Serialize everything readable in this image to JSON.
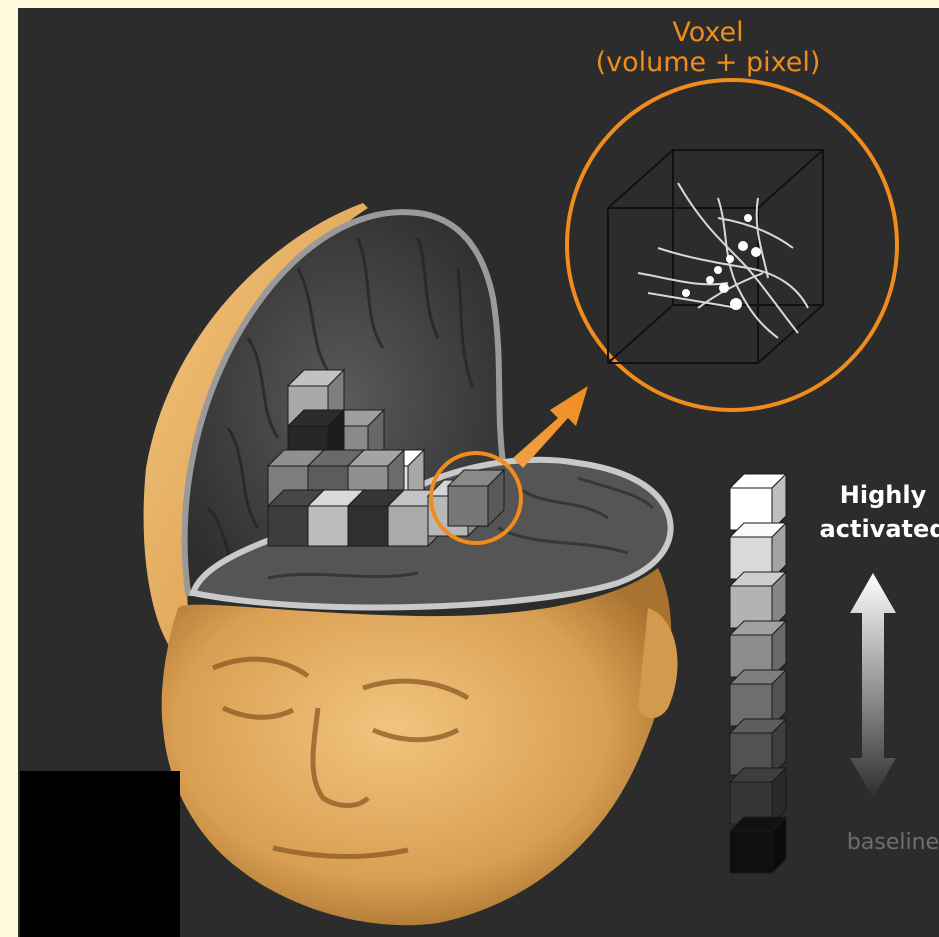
{
  "voxel_label": {
    "line1": "Voxel",
    "line2": "(volume + pixel)"
  },
  "scale": {
    "high_line1": "Highly",
    "high_line2": "activated",
    "low": "baseline",
    "levels": [
      "#ffffff",
      "#d9d9d9",
      "#b3b3b3",
      "#8c8c8c",
      "#6e6e6e",
      "#525252",
      "#363636",
      "#0f0f0f"
    ]
  },
  "colors": {
    "accent_orange": "#f08c1e",
    "skin": "#e8b569",
    "background": "#2c2c2c",
    "page_border": "#fdfbdc"
  },
  "icons": [
    "arrow-up-right-icon",
    "double-arrow-gradient-icon",
    "neuron-cluster-icon"
  ]
}
